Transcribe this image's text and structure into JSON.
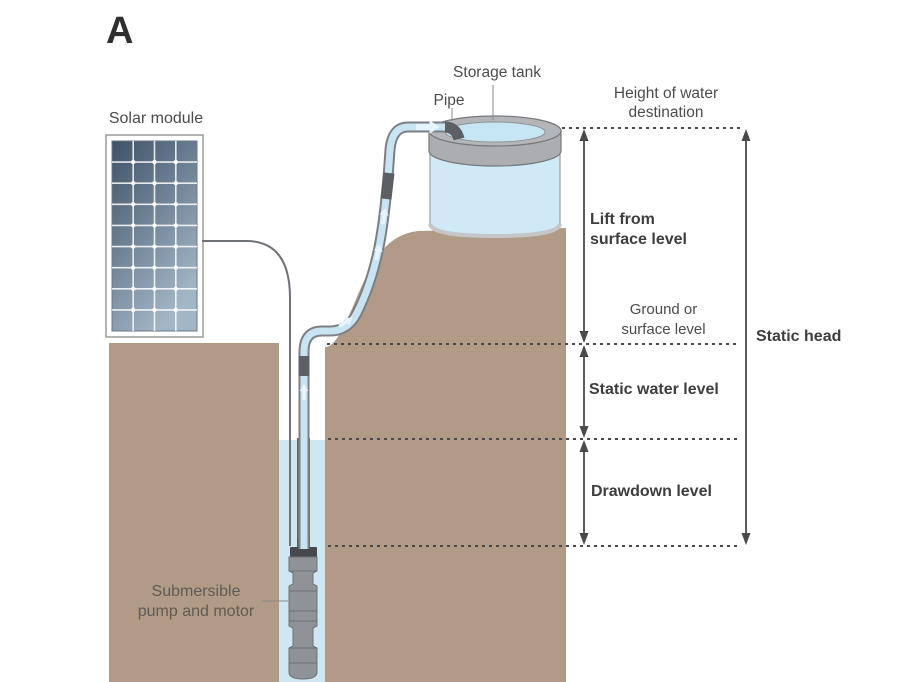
{
  "figure": {
    "panel_marker": "A",
    "labels": {
      "solar_module": "Solar module",
      "pipe": "Pipe",
      "storage_tank": "Storage tank",
      "height_of_water_destination": [
        "Height of water",
        "destination"
      ],
      "lift_from_surface_level": [
        "Lift from",
        "surface level"
      ],
      "ground_or_surface_level": [
        "Ground or",
        "surface level"
      ],
      "static_head": "Static head",
      "static_water_level": "Static water level",
      "drawdown_level": "Drawdown level",
      "submersible_pump_and_motor": [
        "Submersible",
        "pump and motor"
      ]
    },
    "colors": {
      "soil": "#b29b86",
      "well_water": "#cfe7f2",
      "tank_water": "#cfe9f6",
      "tank_rim": "#abadb0",
      "tank_rim_top": "#b3b5b8",
      "tank_inner_water": "#c6e6f4",
      "pipe_fill": "#c8e4f2",
      "pipe_outline": "#7c7f83",
      "pipe_dark": "#5c6064",
      "underwater_pipe": "#66696d",
      "pump_cap": "#45484c",
      "pump_body": "#8f9397",
      "pump_line": "#6e7175",
      "panel_dark": "#3f5166",
      "panel_light": "#a3b6c6",
      "panel_frame": "#9b9b9b",
      "cable": "#6f7276",
      "annotation": "#4a4a4a",
      "leader": "#8a8a8a",
      "flow_arrow": "#e8f4fb"
    }
  }
}
